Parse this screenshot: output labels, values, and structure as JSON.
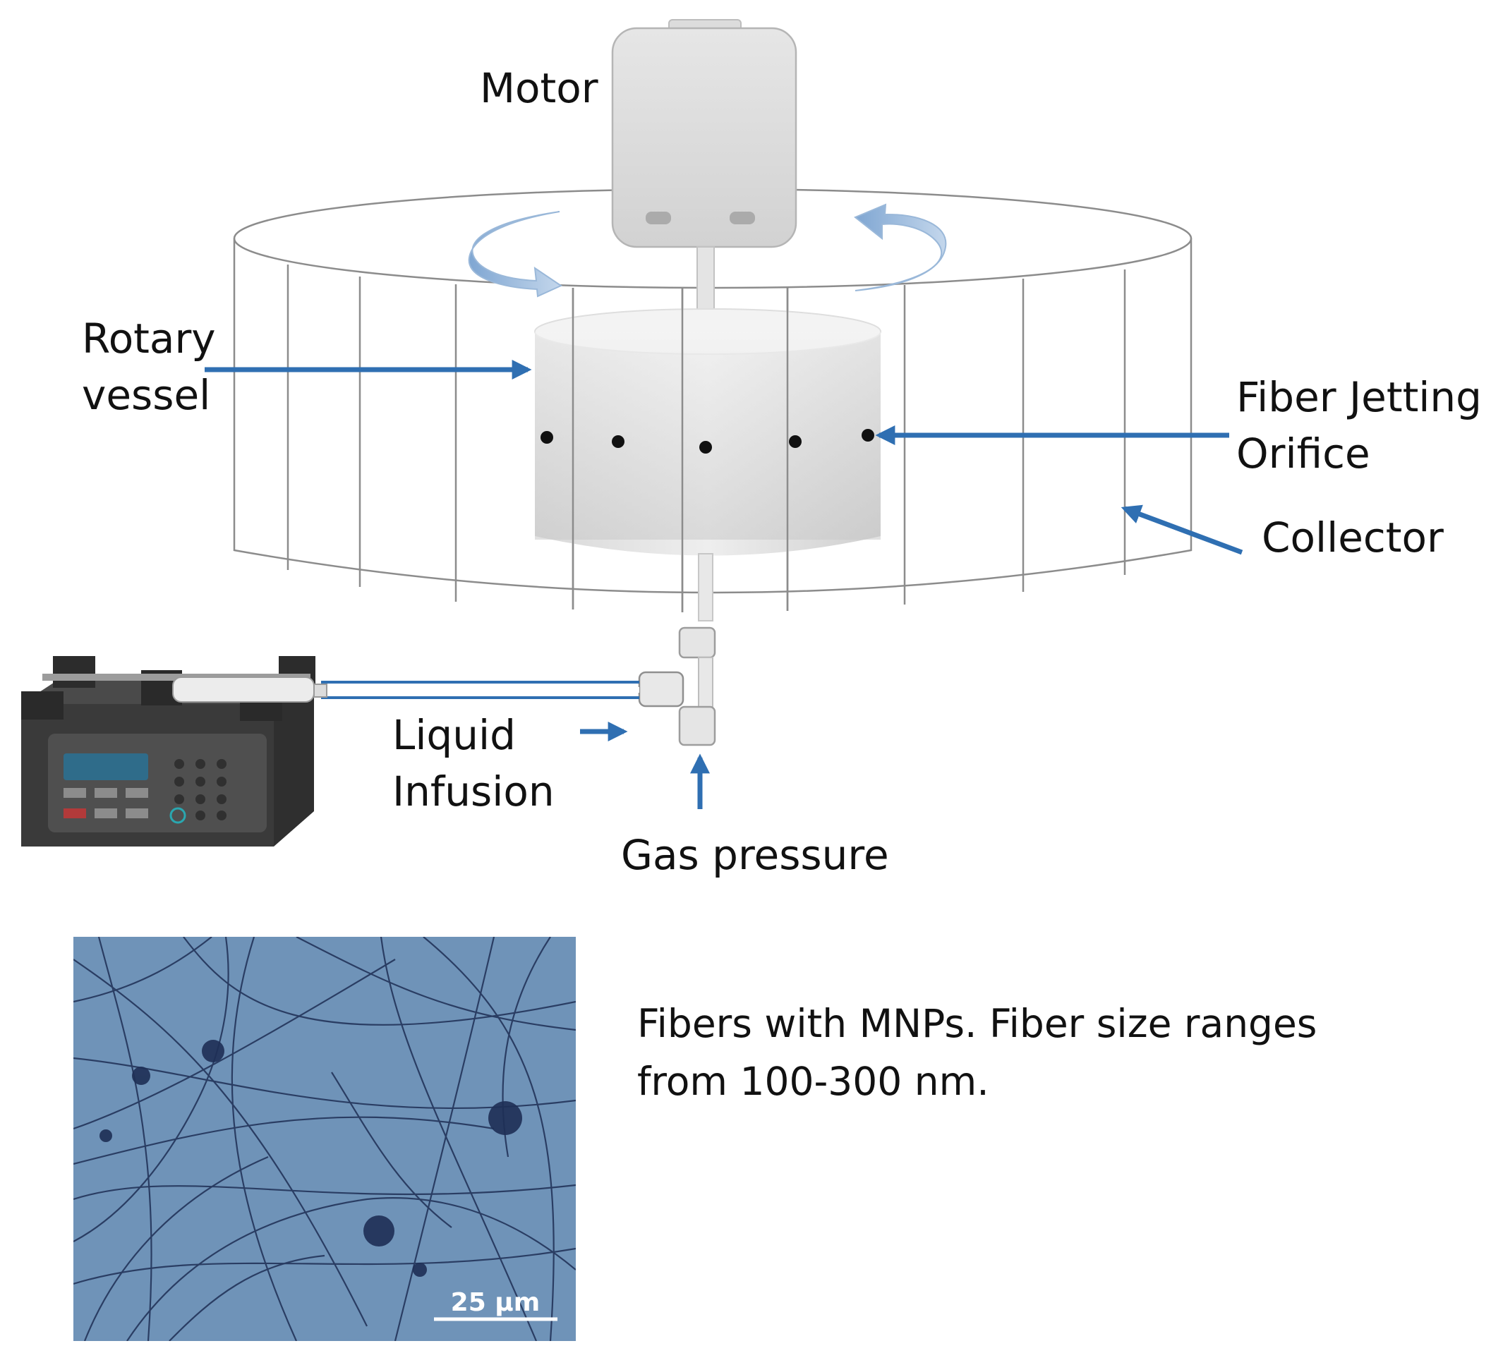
{
  "labels": {
    "motor": "Motor",
    "rotary_line1": "Rotary",
    "rotary_line2": "vessel",
    "fiber_line1": "Fiber Jetting",
    "fiber_line2": "Orifice",
    "collector": "Collector",
    "liquid_line1": "Liquid",
    "liquid_line2": "Infusion",
    "gas": "Gas pressure"
  },
  "micrograph": {
    "scale_bar": "25 µm",
    "caption_line1": "Fibers with MNPs. Fiber size ranges",
    "caption_line2": "from 100-300 nm."
  },
  "colors": {
    "arrow": "#2f6fb2",
    "rotation_arrow": "#9ab8d9",
    "collector_line": "#8c8c8c",
    "micrograph_bg": "#6f93b8",
    "fiber": "#1e2f55",
    "pump_body": "#3a3a3a"
  }
}
